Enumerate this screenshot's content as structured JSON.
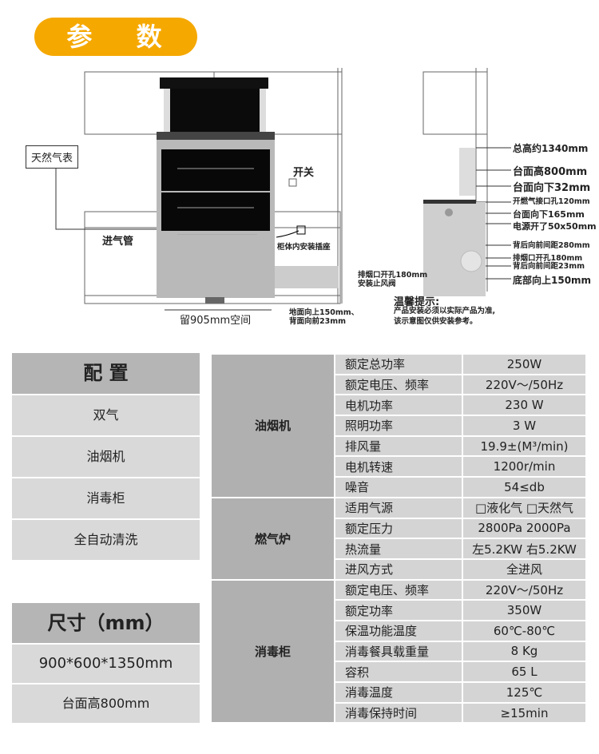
{
  "banner": {
    "title": "参 数"
  },
  "diagram": {
    "gas_meter": "天然气表",
    "gas_pipe": "进气管",
    "switch": "开关",
    "socket": "柜体内安装插座",
    "space": "留905mm空间",
    "floor_note_1": "地面向上150mm、",
    "floor_note_2": "背面向前23mm",
    "exhaust_note_1": "排烟口开孔180mm",
    "exhaust_note_2": "安装止风阀",
    "side_labels": [
      "总高约1340mm",
      "台面高800mm",
      "台面向下32mm",
      "开燃气接口孔120mm",
      "台面向下165mm",
      "电源开了50x50mm",
      "背后向前间距280mm",
      "排烟口开孔180mm",
      "背后向前间距23mm",
      "底部向上150mm"
    ],
    "tip_title": "温馨提示:",
    "tip_line1": "产品安装必须以实际产品为准,",
    "tip_line2": "该示意图仅供安装参考。"
  },
  "config": {
    "title": "配  置",
    "items": [
      "双气",
      "油烟机",
      "消毒柜",
      "全自动清洗"
    ]
  },
  "size": {
    "title": "尺寸（mm）",
    "items": [
      "900*600*1350mm",
      "台面高800mm"
    ]
  },
  "spec": [
    {
      "category": "油烟机",
      "rows": [
        [
          "额定总功率",
          "250W"
        ],
        [
          "额定电压、频率",
          "220V～/50Hz"
        ],
        [
          "电机功率",
          "230 W"
        ],
        [
          "照明功率",
          "3 W"
        ],
        [
          "排风量",
          "19.9±(M³/min)"
        ],
        [
          "电机转速",
          "1200r/min"
        ],
        [
          "噪音",
          "54≤db"
        ]
      ]
    },
    {
      "category": "燃气炉",
      "rows": [
        [
          "适用气源",
          "□液化气 □天然气"
        ],
        [
          "额定压力",
          "2800Pa  2000Pa"
        ],
        [
          "热流量",
          "左5.2KW 右5.2KW"
        ],
        [
          "进风方式",
          "全进风"
        ]
      ]
    },
    {
      "category": "消毒柜",
      "rows": [
        [
          "额定电压、频率",
          "220V～/50Hz"
        ],
        [
          "额定功率",
          "350W"
        ],
        [
          "保温功能温度",
          "60℃-80℃"
        ],
        [
          "消毒餐具载重量",
          "8 Kg"
        ],
        [
          "容积",
          "65 L"
        ],
        [
          "消毒温度",
          "125℃"
        ],
        [
          "消毒保持时间",
          "≥15min"
        ]
      ]
    }
  ]
}
